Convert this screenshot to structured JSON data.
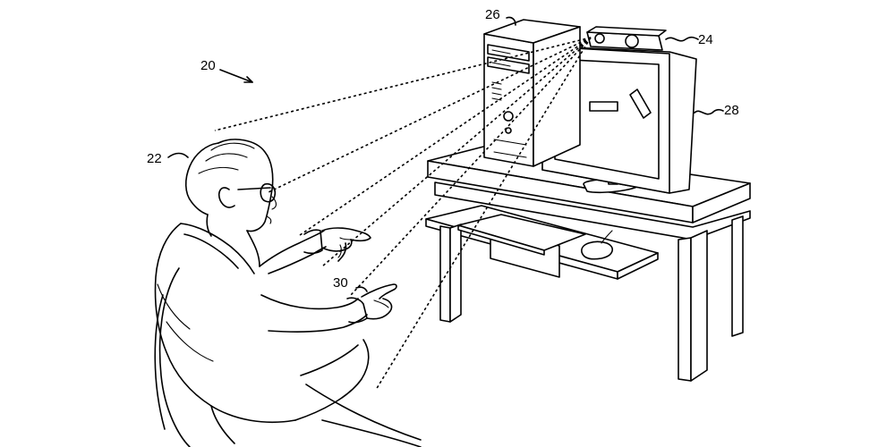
{
  "labels": {
    "system": "20",
    "user": "22",
    "sensor": "24",
    "computer": "26",
    "display": "28",
    "gesture": "30"
  }
}
